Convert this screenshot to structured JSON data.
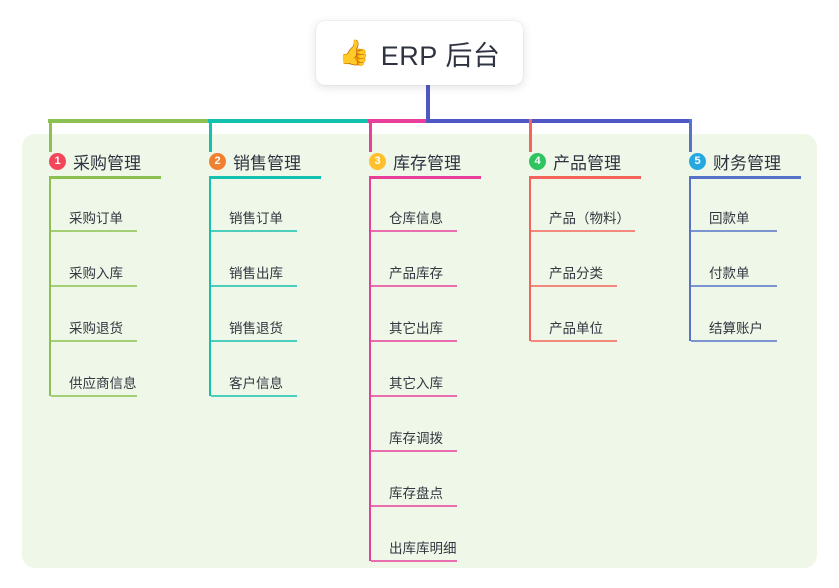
{
  "diagram": {
    "type": "mindmap",
    "root": {
      "icon": "thumbs-up-icon",
      "emoji": "👍",
      "title": "ERP 后台",
      "stem_color": "#4f57c4"
    },
    "panel_color": "#eef7e8",
    "background_color": "#ffffff",
    "columns": [
      {
        "number": "1",
        "title": "采购管理",
        "badge_color": "#f4465a",
        "line_color": "#8cc152",
        "items": [
          "采购订单",
          "采购入库",
          "采购退货",
          "供应商信息"
        ]
      },
      {
        "number": "2",
        "title": "销售管理",
        "badge_color": "#f08030",
        "line_color": "#14c0ae",
        "items": [
          "销售订单",
          "销售出库",
          "销售退货",
          "客户信息"
        ]
      },
      {
        "number": "3",
        "title": "库存管理",
        "badge_color": "#ffc02e",
        "line_color": "#e8409a",
        "items": [
          "仓库信息",
          "产品库存",
          "其它出库",
          "其它入库",
          "库存调拨",
          "库存盘点",
          "出库库明细"
        ]
      },
      {
        "number": "4",
        "title": "产品管理",
        "badge_color": "#2ec45f",
        "line_color": "#f4645a",
        "items": [
          "产品（物料）",
          "产品分类",
          "产品单位"
        ]
      },
      {
        "number": "5",
        "title": "财务管理",
        "badge_color": "#25a8e0",
        "line_color": "#5574c9",
        "items": [
          "回款单",
          "付款单",
          "结算账户"
        ]
      }
    ]
  }
}
